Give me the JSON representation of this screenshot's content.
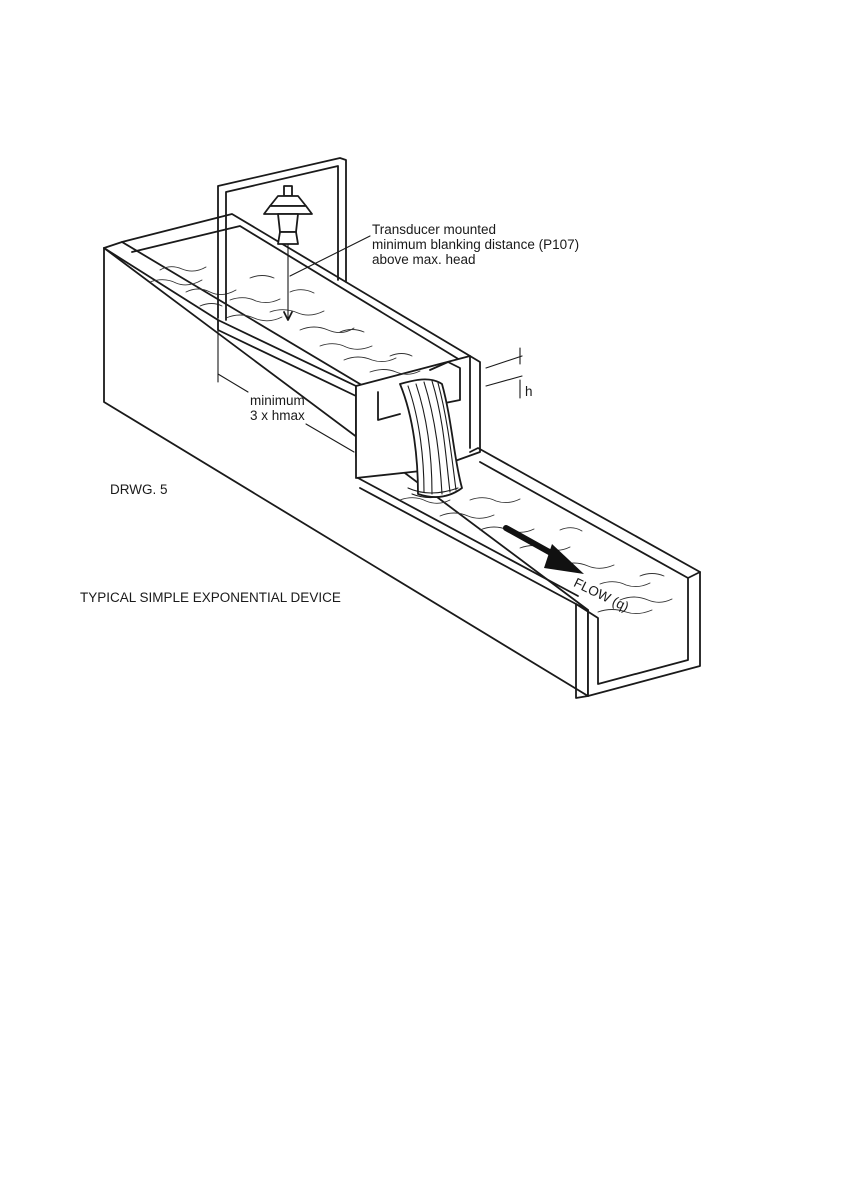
{
  "labels": {
    "transducer": [
      "Transducer mounted",
      "minimum blanking distance (P107)",
      "above max. head"
    ],
    "minimum_distance": [
      "minimum",
      "3 x hmax"
    ],
    "head": "h",
    "flow": "FLOW (q)",
    "drawing_number": "DRWG. 5",
    "caption": "TYPICAL SIMPLE EXPONENTIAL DEVICE"
  }
}
